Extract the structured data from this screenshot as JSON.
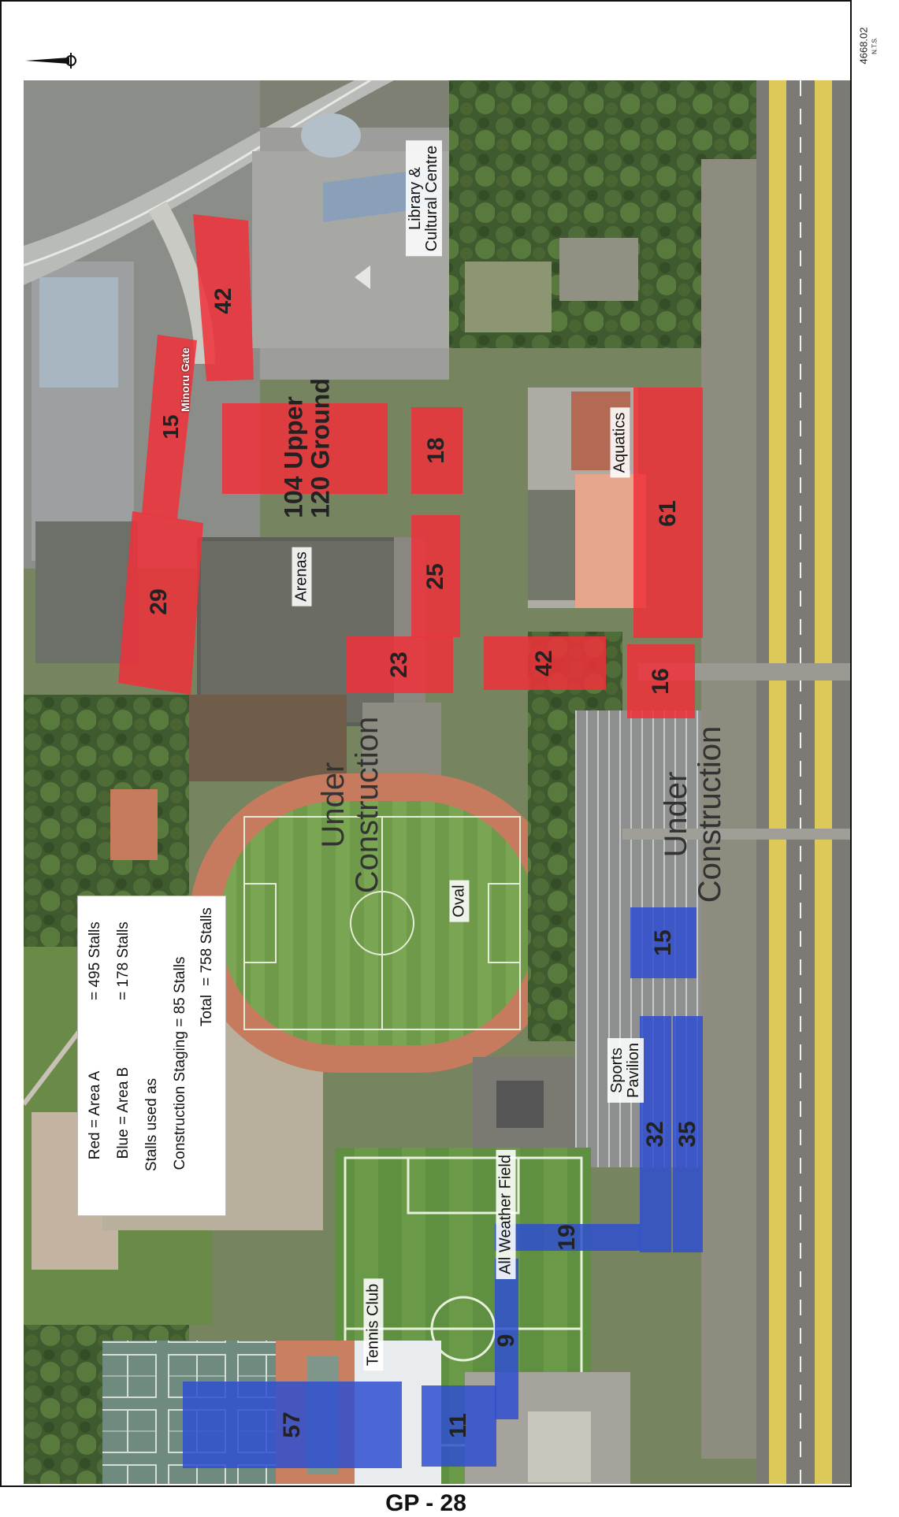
{
  "drawing_number": "4668.02",
  "scale_note": "N.T.S.",
  "page_label": "GP - 28",
  "legend": {
    "red_line": "Red = Area A",
    "red_value": "= 495 Stalls",
    "blue_line": "Blue = Area B",
    "blue_value": "= 178 Stalls",
    "staging_line1": "Stalls used as",
    "staging_line2": "Construction Staging = 85 Stalls",
    "total_line": "Total",
    "total_value": "= 758 Stalls"
  },
  "colors": {
    "area_a": "#f0303a",
    "area_b": "#2f4fd0"
  },
  "parking_lots": {
    "red_42_top": "42",
    "red_15": "15",
    "red_104_120_line1": "104 Upper",
    "red_104_120_line2": "120 Ground",
    "red_18": "18",
    "red_29": "29",
    "red_25": "25",
    "red_61": "61",
    "red_23": "23",
    "red_42_mid": "42",
    "red_16": "16",
    "blue_15": "15",
    "blue_32": "32",
    "blue_35": "35",
    "blue_19": "19",
    "blue_9": "9",
    "blue_57": "57",
    "blue_11": "11"
  },
  "buildings": {
    "library_line1": "Library &",
    "library_line2": "Cultural Centre",
    "aquatics": "Aquatics",
    "arenas": "Arenas",
    "oval": "Oval",
    "sports_line1": "Sports",
    "sports_line2": "Pavilion",
    "all_weather": "All Weather Field",
    "tennis_club": "Tennis Club"
  },
  "annotations": {
    "under_construction_oval_line1": "Under",
    "under_construction_oval_line2": "Construction",
    "under_construction_lot_line1": "Under",
    "under_construction_lot_line2": "Construction"
  },
  "streets": {
    "minoru_gate": "Minoru Gate"
  },
  "icons": {
    "north": "north-arrow-icon"
  }
}
